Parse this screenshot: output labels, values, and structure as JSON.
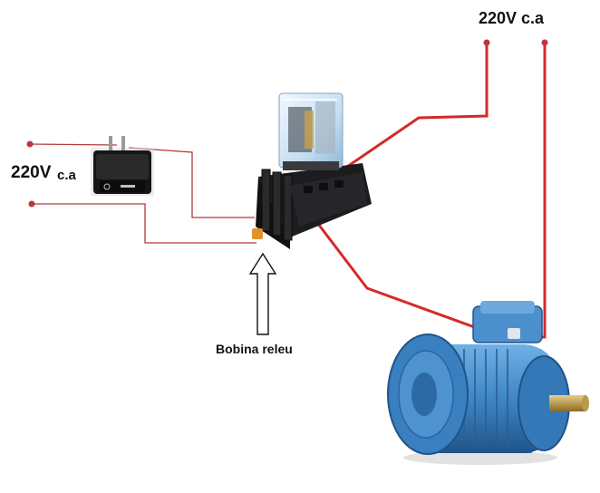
{
  "labels": {
    "supply_top": "220V c.a",
    "supply_left_voltage": "220V",
    "supply_left_unit": "c.a",
    "coil": "Bobina releu"
  },
  "colors": {
    "wire_thin": "#b23a3a",
    "wire_thick": "#d42a2a",
    "terminal_dot": "#c0343c",
    "motor_blue": "#3f86c6",
    "motor_blue_dark": "#25578a",
    "relay_base": "#1c1c1e",
    "relay_cover": "#cfe4f4",
    "switch_body": "#161616"
  },
  "components": {
    "switch": {
      "icon": "rocker-switch-icon"
    },
    "relay": {
      "icon": "relay-icon"
    },
    "socket": {
      "icon": "relay-socket-icon"
    },
    "motor": {
      "icon": "electric-motor-icon"
    },
    "arrow": {
      "icon": "up-arrow-icon"
    }
  }
}
